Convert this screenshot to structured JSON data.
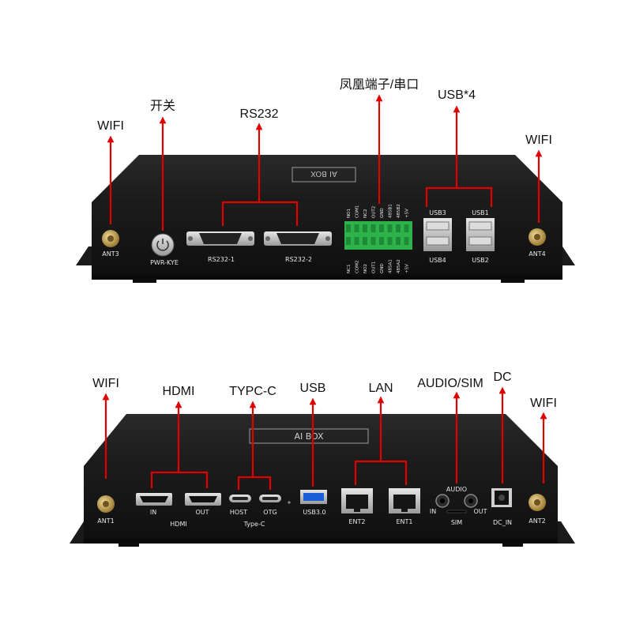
{
  "colors": {
    "arrow": "#e00000",
    "case_top": "#202020",
    "case_front": "#141414",
    "silk_text": "#e8e8e8",
    "terminal_green": "#2db34a",
    "usb3_blue": "#1a5fd6",
    "gold": "#c9a24a"
  },
  "top_panel": {
    "callouts": [
      {
        "id": "wifi-left",
        "text": "WIFI"
      },
      {
        "id": "power",
        "text": "开关"
      },
      {
        "id": "rs232",
        "text": "RS232"
      },
      {
        "id": "phoenix",
        "text": "凤凰端子/串口"
      },
      {
        "id": "usb4",
        "text": "USB*4"
      },
      {
        "id": "wifi-right",
        "text": "WIFI"
      }
    ],
    "silkscreen": {
      "logo": "AI BOX",
      "ant3": "ANT3",
      "ant4": "ANT4",
      "pwr": "PWR-KYE",
      "rs232_1": "RS232-1",
      "rs232_2": "RS232-2",
      "usb1": "USB1",
      "usb2": "USB2",
      "usb3": "USB3",
      "usb4": "USB4",
      "terminal_top": [
        "NO1",
        "COM1",
        "NC2",
        "OUT2",
        "GND",
        "485B1",
        "485B2",
        "+5V"
      ],
      "terminal_bottom": [
        "NC1",
        "COM2",
        "NO2",
        "OUT1",
        "GND",
        "485A1",
        "485A2",
        "+5V"
      ]
    }
  },
  "bottom_panel": {
    "callouts": [
      {
        "id": "wifi-left",
        "text": "WIFI"
      },
      {
        "id": "hdmi",
        "text": "HDMI"
      },
      {
        "id": "typec",
        "text": "TYPC-C"
      },
      {
        "id": "usb",
        "text": "USB"
      },
      {
        "id": "lan",
        "text": "LAN"
      },
      {
        "id": "audio-sim",
        "text": "AUDIO/SIM"
      },
      {
        "id": "dc",
        "text": "DC"
      },
      {
        "id": "wifi-right",
        "text": "WIFI"
      }
    ],
    "silkscreen": {
      "logo": "AI BOX",
      "ant1": "ANT1",
      "ant2": "ANT2",
      "hdmi_in": "IN",
      "hdmi_out": "OUT",
      "hdmi": "HDMI",
      "host": "HOST",
      "otg": "OTG",
      "typec": "Type-C",
      "usb30": "USB3.0",
      "ent2": "ENT2",
      "ent1": "ENT1",
      "audio": "AUDIO",
      "audio_in": "IN",
      "audio_out": "OUT",
      "sim": "SIM",
      "dc_in": "DC_IN"
    }
  }
}
